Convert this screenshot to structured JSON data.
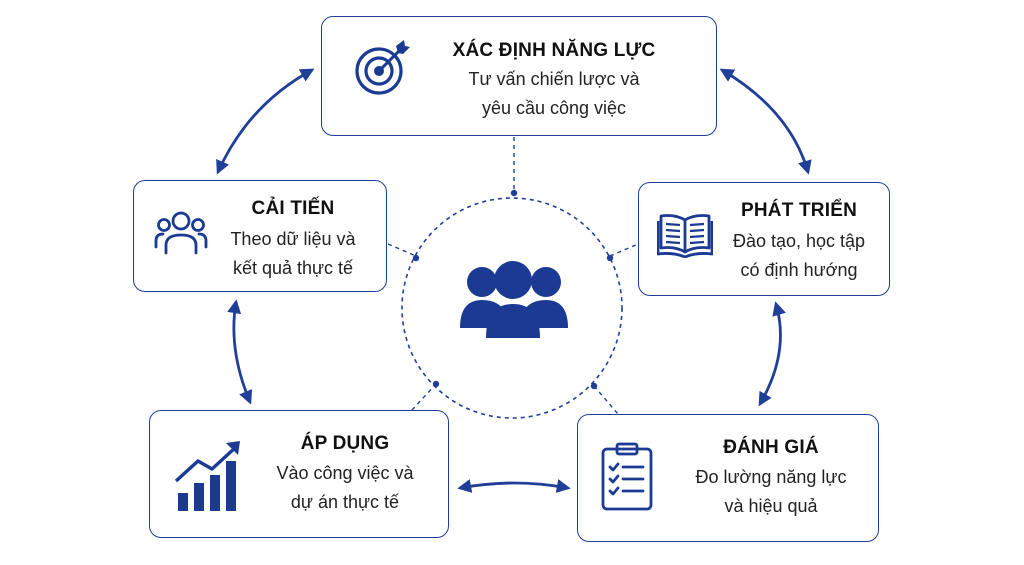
{
  "colors": {
    "accent": "#1f3f99",
    "icon": "#1b3a94",
    "text": "#1a1a1a",
    "background": "#ffffff"
  },
  "center": {
    "icon": "people-group-icon"
  },
  "cards": {
    "top": {
      "title": "XÁC ĐỊNH NĂNG LỰC",
      "line1": "Tư vấn chiến lược và",
      "line2": "yêu cầu công việc",
      "icon": "target-icon"
    },
    "left": {
      "title": "CẢI TIẾN",
      "line1": "Theo dữ liệu và",
      "line2": "kết quả thực tế",
      "icon": "users-icon"
    },
    "right": {
      "title": "PHÁT TRIỂN",
      "line1": "Đào tạo, học tập",
      "line2": "có định hướng",
      "icon": "book-icon"
    },
    "bottom_left": {
      "title": "ÁP DỤNG",
      "line1": "Vào công việc và",
      "line2": "dự án thực tế",
      "icon": "growth-chart-icon"
    },
    "bottom_right": {
      "title": "ĐÁNH GIÁ",
      "line1": "Đo lường năng lực",
      "line2": "và hiệu quả",
      "icon": "clipboard-checklist-icon"
    }
  }
}
